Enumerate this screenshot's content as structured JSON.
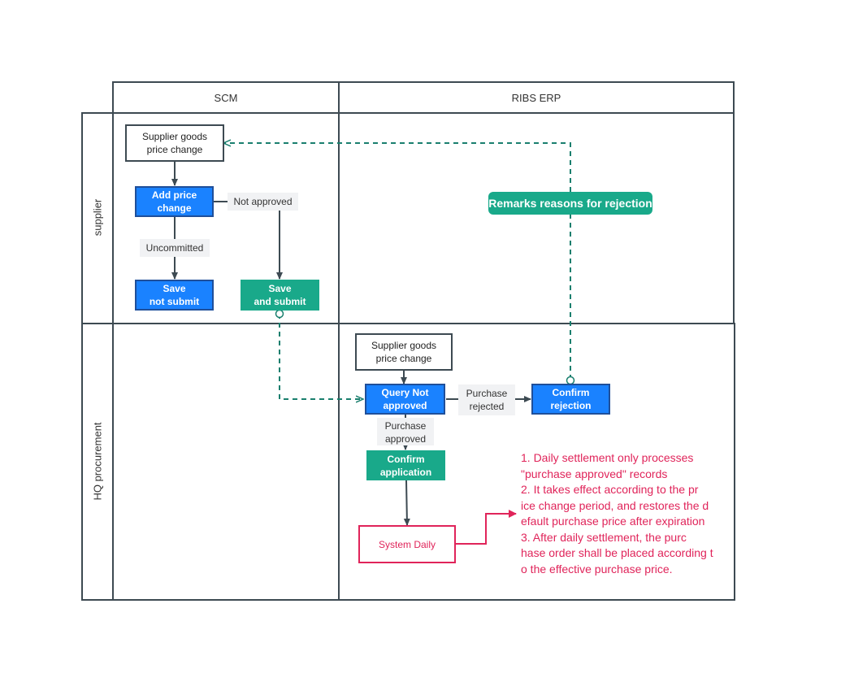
{
  "columns": {
    "scm": "SCM",
    "erp": "RIBS ERP"
  },
  "lanes": {
    "supplier": "supplier",
    "hq": "HQ procurement"
  },
  "nodes": {
    "supplier_change_top": "Supplier goods\nprice change",
    "add_price_change": "Add price\nchange",
    "save_not_submit": "Save\nnot submit",
    "save_and_submit": "Save\nand submit",
    "supplier_change_erp": "Supplier goods\nprice change",
    "query_not_approved": "Query Not\napproved",
    "confirm_rejection": "Confirm\nrejection",
    "confirm_application": "Confirm\napplication",
    "system_daily": "System Daily"
  },
  "edge_labels": {
    "not_approved": "Not approved",
    "uncommitted": "Uncommitted",
    "purchase_rejected": "Purchase\nrejected",
    "purchase_approved": "Purchase\napproved"
  },
  "remarks": "Remarks reasons for rejection",
  "notes": [
    "1. Daily settlement only processes",
    "\"purchase approved\" records",
    "2. It takes effect according to the pr",
    "ice change period, and restores the d",
    "efault purchase price after expiration",
    "3. After daily settlement, the purc",
    "hase order shall be placed according t",
    "o the effective purchase price."
  ],
  "colors": {
    "blue": "#1a82ff",
    "teal": "#19a98a",
    "red": "#e0245a",
    "border": "#3d4a52",
    "dashed": "#1a7f6e"
  }
}
